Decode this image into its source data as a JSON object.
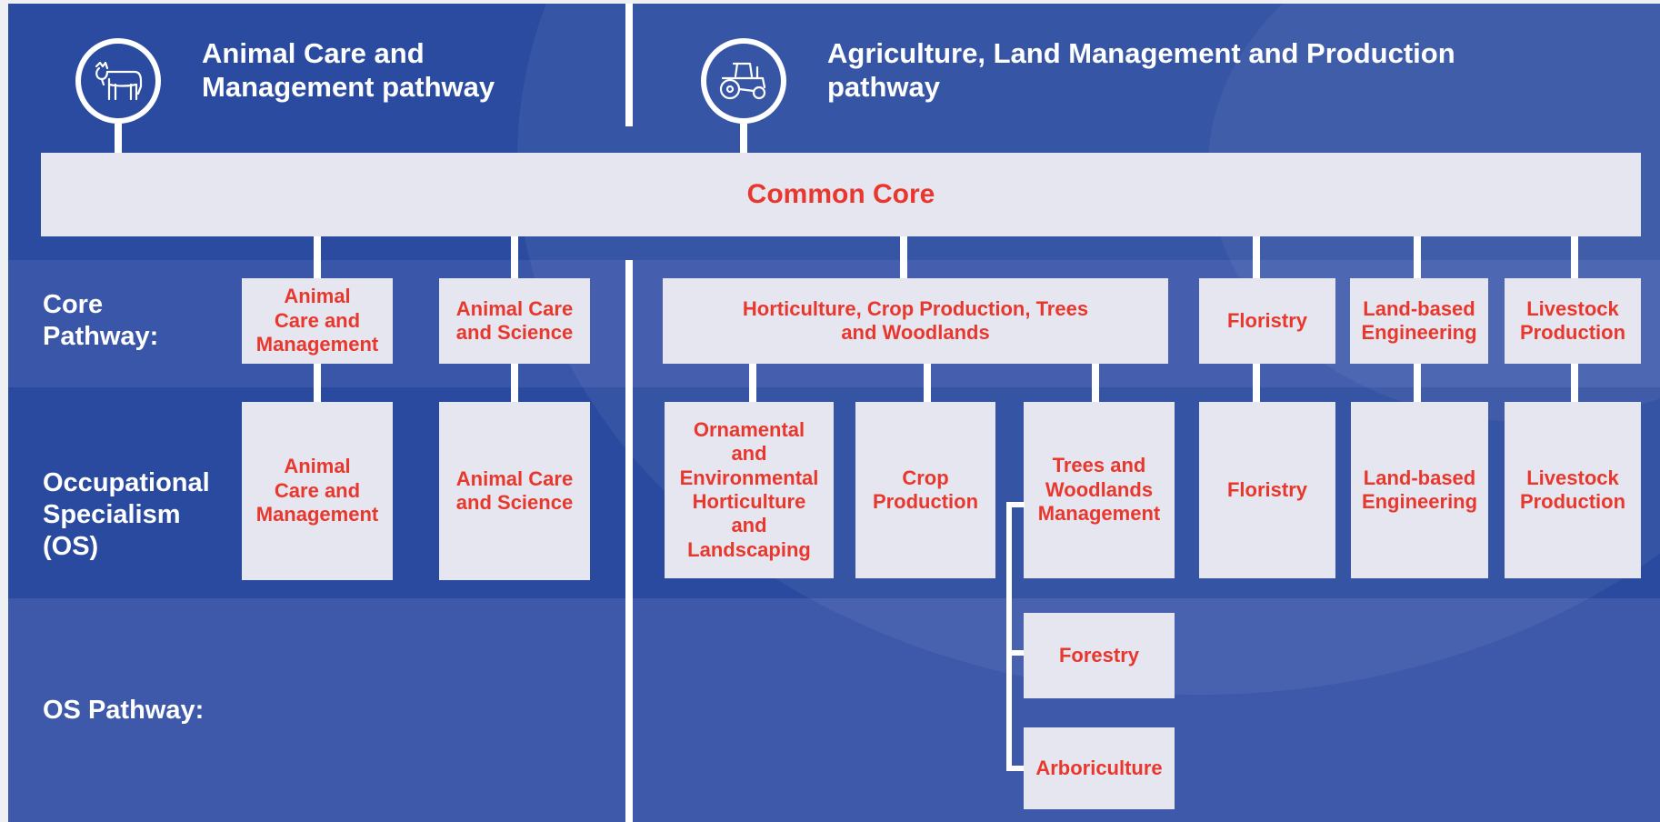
{
  "colors": {
    "background": "#28489e",
    "band_light": "#3a55a8",
    "box_fill": "#e6e6f0",
    "box_text": "#e8372c",
    "label_text": "#ffffff"
  },
  "pathways": {
    "left": {
      "title": "Animal Care and\nManagement pathway",
      "icon": "cow-icon"
    },
    "right": {
      "title": "Agriculture, Land Management and Production\npathway",
      "icon": "tractor-icon"
    }
  },
  "common_core": "Common Core",
  "row_labels": {
    "core": "Core\nPathway:",
    "os": "Occupational\nSpecialism\n(OS)",
    "os_pathway": "OS Pathway:"
  },
  "core_pathways": [
    "Animal\nCare and\nManagement",
    "Animal Care\nand Science",
    "Horticulture, Crop Production, Trees\nand Woodlands",
    "Floristry",
    "Land-based\nEngineering",
    "Livestock\nProduction"
  ],
  "occupational_specialisms": [
    "Animal\nCare and\nManagement",
    "Animal Care\nand Science",
    "Ornamental\nand\nEnvironmental\nHorticulture\nand\nLandscaping",
    "Crop\nProduction",
    "Trees and\nWoodlands\nManagement",
    "Floristry",
    "Land-based\nEngineering",
    "Livestock\nProduction"
  ],
  "os_pathways": [
    "Forestry",
    "Arboriculture"
  ]
}
